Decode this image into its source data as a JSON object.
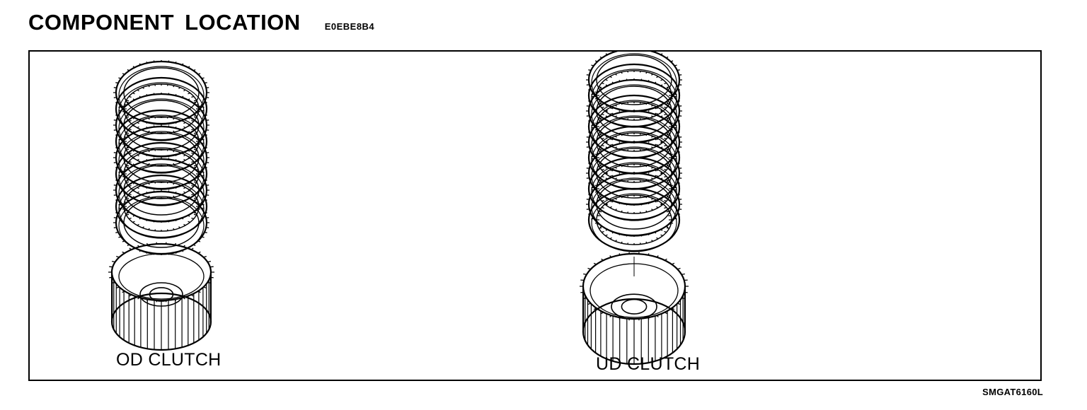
{
  "header": {
    "title": "COMPONENT LOCATION",
    "code": "E0EBE8B4"
  },
  "components": [
    {
      "label": "OD CLUTCH"
    },
    {
      "label": "UD CLUTCH"
    }
  ],
  "figure_code": "SMGAT6160L"
}
